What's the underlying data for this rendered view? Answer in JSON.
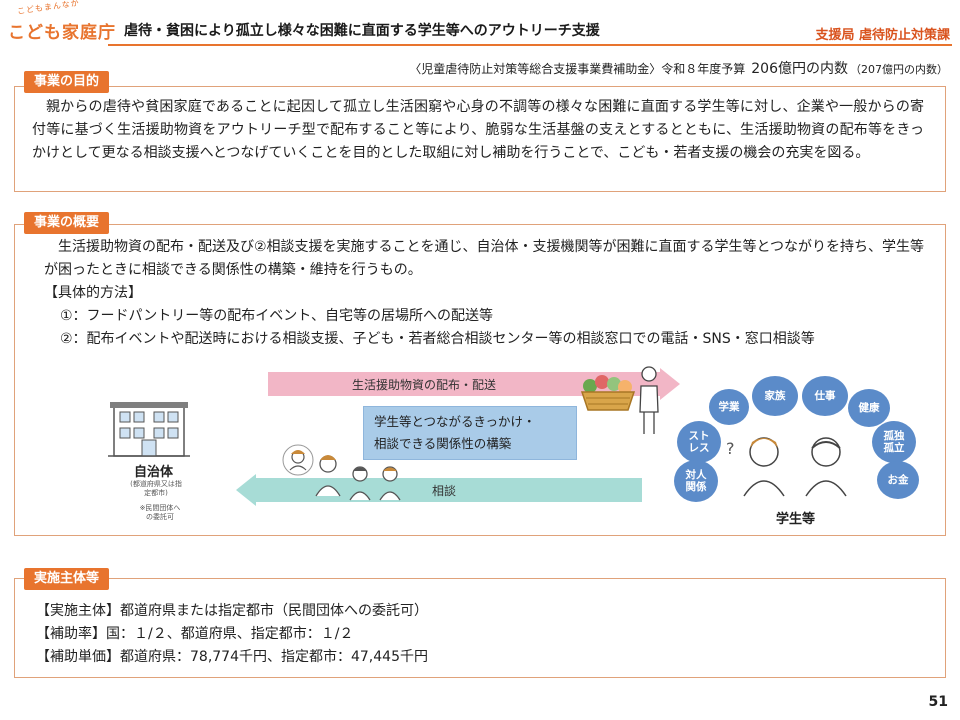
{
  "header": {
    "logo_small": "こどもまんなか",
    "logo_main": "こども家庭庁",
    "title": "虐待・貧困により孤立し様々な困難に直面する学生等へのアウトリーチ支援",
    "department": "支援局 虐待防止対策課"
  },
  "budget": {
    "prefix": "〈児童虐待防止対策等総合支援事業費補助金〉令和８年度予算",
    "amount": "206億円の内数",
    "previous": "（207億円の内数）"
  },
  "purpose": {
    "label": "事業の目的",
    "text": "親からの虐待や貧困家庭であることに起因して孤立し生活困窮や心身の不調等の様々な困難に直面する学生等に対し、企業や一般からの寄付等に基づく生活援助物資をアウトリーチ型で配布すること等により、脆弱な生活基盤の支えとするとともに、生活援助物資の配布等をきっかけとして更なる相談支援へとつなげていくことを目的とした取組に対し補助を行うことで、こども・若者支援の機会の充実を図る。"
  },
  "overview": {
    "label": "事業の概要",
    "text": "生活援助物資の配布・配送及び②相談支援を実施することを通じ、自治体・支援機関等が困難に直面する学生等とつながりを持ち、学生等が困ったときに相談できる関係性の構築・維持を行うもの。",
    "methods_heading": "【具体的方法】",
    "method1": "①：フードパントリー等の配布イベント、自宅等の居場所への配送等",
    "method2": "②：配布イベントや配送時における相談支援、子ども・若者総合相談センター等の相談窓口での電話・SNS・窓口相談等"
  },
  "diagram": {
    "arrow_right_label": "生活援助物資の配布・配送",
    "arrow_left_label": "相談",
    "bluebox_line1": "学生等とつながるきっかけ・",
    "bluebox_line2": "相談できる関係性の構築",
    "gov_name": "自治体",
    "gov_sub": "(都道府県又は指定都市)",
    "gov_note": "※民間団体への委託可",
    "students_label": "学生等",
    "bubbles": {
      "study": "学業",
      "family": "家族",
      "work": "仕事",
      "health": "健康",
      "stress": "スト\nレス",
      "isolation": "孤独\n孤立",
      "relationship": "対人\n関係",
      "money": "お金"
    }
  },
  "implementation": {
    "label": "実施主体等",
    "line1": "【実施主体】都道府県または指定都市（民間団体への委託可）",
    "line2": "【補助率】国：１/２、都道府県、指定都市：１/２",
    "line3": "【補助単価】都道府県：78,774千円、指定都市：47,445千円"
  },
  "page_number": "51",
  "colors": {
    "accent_orange": "#e8742e",
    "box_border": "#e0a27a",
    "arrow_pink": "#f2b6c6",
    "arrow_teal": "#a7dcd6",
    "bluebox": "#a9cbe8",
    "bubble_blue": "#5b8bc9"
  }
}
